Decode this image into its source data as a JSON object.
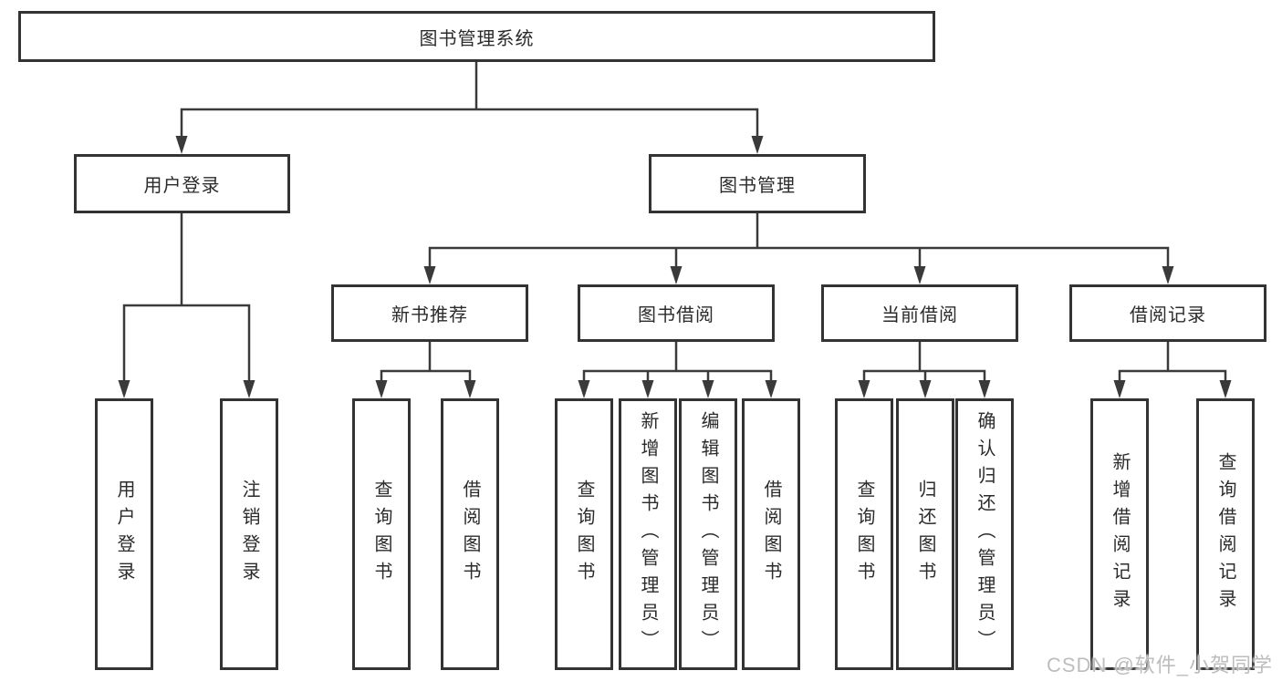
{
  "root": {
    "label": "图书管理系统",
    "children": [
      {
        "label": "用户登录",
        "children": [
          {
            "label": "用户登录"
          },
          {
            "label": "注销登录"
          }
        ]
      },
      {
        "label": "图书管理",
        "children": [
          {
            "label": "新书推荐",
            "children": [
              {
                "label": "查询图书"
              },
              {
                "label": "借阅图书"
              }
            ]
          },
          {
            "label": "图书借阅",
            "children": [
              {
                "label": "查询图书"
              },
              {
                "label": "新增图书（管理员）"
              },
              {
                "label": "编辑图书（管理员）"
              },
              {
                "label": "借阅图书"
              }
            ]
          },
          {
            "label": "当前借阅",
            "children": [
              {
                "label": "查询图书"
              },
              {
                "label": "归还图书"
              },
              {
                "label": "确认归还（管理员）"
              }
            ]
          },
          {
            "label": "借阅记录",
            "children": [
              {
                "label": "新增借阅记录"
              },
              {
                "label": "查询借阅记录"
              }
            ]
          }
        ]
      }
    ]
  },
  "watermark": {
    "text": "CSDN @软件_小贺同学"
  },
  "colors": {
    "line": "#3a3a3a",
    "border": "#333333",
    "text": "#2b2b2b",
    "watermark": "#bdbdbd",
    "background": "#ffffff"
  }
}
